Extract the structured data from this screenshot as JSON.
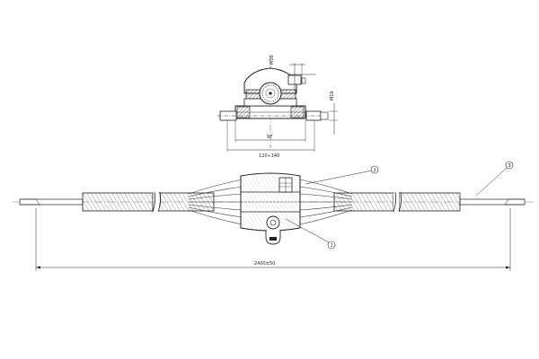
{
  "detail_view": {
    "dim_top": "M10",
    "dim_side": "M16",
    "dim_inner": "97",
    "dim_outer": "120÷140"
  },
  "main_view": {
    "overall_length": "2400±50"
  },
  "callouts": [
    {
      "id": "callout-1",
      "label": "1"
    },
    {
      "id": "callout-2",
      "label": "2"
    },
    {
      "id": "callout-3",
      "label": "3"
    }
  ]
}
